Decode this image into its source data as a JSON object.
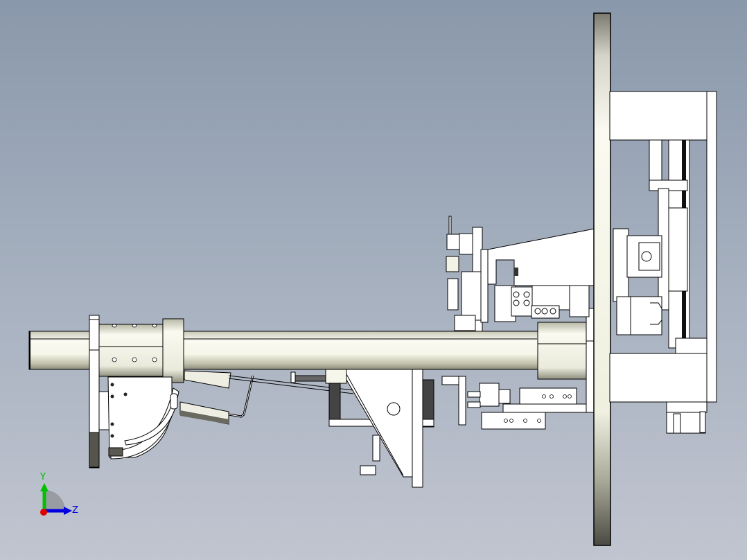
{
  "viewport": {
    "background_top": "#8a98ab",
    "background_bottom": "#c1c5d0",
    "view_orientation": "Right (Z-Y plane)"
  },
  "triad": {
    "y_label": "Y",
    "z_label": "Z",
    "y_color": "#00c000",
    "z_color": "#0000e0",
    "x_color": "#e00000"
  },
  "model": {
    "parts": [
      {
        "name": "main-shaft"
      },
      {
        "name": "shaft-flange"
      },
      {
        "name": "shaft-collar"
      },
      {
        "name": "curved-guide-bracket"
      },
      {
        "name": "vertical-base-plate"
      },
      {
        "name": "linear-rail-module"
      },
      {
        "name": "pneumatic-cylinder-upper"
      },
      {
        "name": "pneumatic-cylinder-lower"
      },
      {
        "name": "spring-support-bracket"
      },
      {
        "name": "servo-motor"
      }
    ]
  }
}
